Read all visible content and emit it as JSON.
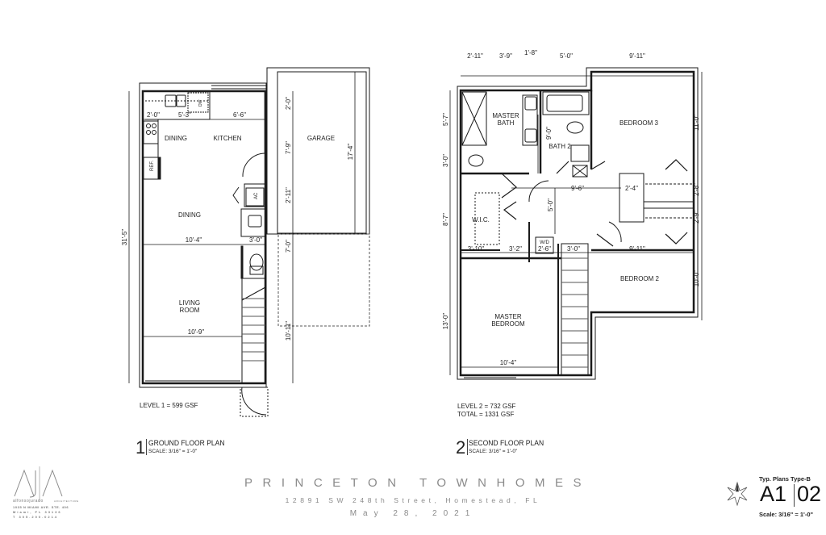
{
  "ground_floor": {
    "rooms": {
      "kitchen": "KITCHEN",
      "dining_top": "DINING",
      "dining": "DINING",
      "living_1": "LIVING",
      "living_2": "ROOM",
      "garage": "GARAGE",
      "ref": "REF.",
      "ac": "AC",
      "dw": "DW"
    },
    "dimensions": {
      "d1": "2'-0\"",
      "d2": "5'-3\"",
      "d3": "6'-6\"",
      "d4": "2'-0\"",
      "d5": "7'-9\"",
      "d6": "17'-4\"",
      "d7": "2'-11\"",
      "d8": "10'-4\"",
      "d9": "3'-0\"",
      "d10": "7'-0\"",
      "d11": "10'-9\"",
      "d12": "10'-11\"",
      "d13": "31'-5\""
    },
    "area": "LEVEL 1 = 599 GSF",
    "plan_number": "1",
    "plan_title": "GROUND FLOOR PLAN",
    "plan_scale": "SCALE: 3/16\" = 1'-0\""
  },
  "second_floor": {
    "rooms": {
      "master_bath_1": "MASTER",
      "master_bath_2": "BATH",
      "bath2": "BATH 2",
      "bedroom3": "BEDROOM 3",
      "wic": "W.I.C.",
      "wd": "W/D",
      "bedroom2": "BEDROOM 2",
      "master_bed_1": "MASTER",
      "master_bed_2": "BEDROOM"
    },
    "dimensions": {
      "t1": "2'-11\"",
      "t2": "3'-9\"",
      "t3": "1'-8\"",
      "t4": "5'-0\"",
      "t5": "9'-11\"",
      "l1": "5'-7\"",
      "l2": "3'-0\"",
      "l3": "8'-7\"",
      "l4": "13'-0\"",
      "r1": "11'-0\"",
      "r2": "2'-8\"",
      "r3": "2'-9\"",
      "r4": "10'-0\"",
      "m1": "9'-0\"",
      "m2": "9'-6\"",
      "m3": "2'-4\"",
      "m4": "5'-0\"",
      "b1": "3'-10\"",
      "b2": "3'-2\"",
      "b3": "2'-6\"",
      "b4": "3'-0\"",
      "b5": "9'-11\"",
      "b6": "10'-4\""
    },
    "area_1": "LEVEL 2 = 732 GSF",
    "area_2": "TOTAL = 1331 GSF",
    "plan_number": "2",
    "plan_title": "SECOND FLOOR PLAN",
    "plan_scale": "SCALE: 3/16\" = 1'-0\""
  },
  "title_block": {
    "project_name": "PRINCETON TOWNHOMES",
    "address": "12891 SW 248th Street, Homestead, FL",
    "date": "May 28, 2021",
    "sheet_type": "Typ. Plans Type-B",
    "sheet_prefix": "A1",
    "sheet_number": "02",
    "sheet_scale": "Scale: 3/16\" = 1'-0\""
  },
  "logo": {
    "mark": "AJ|A",
    "firm": "alfonsojurado",
    "tag": "ARCHITECTURE",
    "addr_1": "1035 N MIAMI AVE. STE. 406",
    "addr_2": "Miami, FL 33136",
    "addr_3": "T 305.200.0214"
  },
  "icons": {
    "north_arrow": "compass-star-icon"
  },
  "colors": {
    "line": "#1a1a1a",
    "title_gray": "#8a8a8a"
  }
}
